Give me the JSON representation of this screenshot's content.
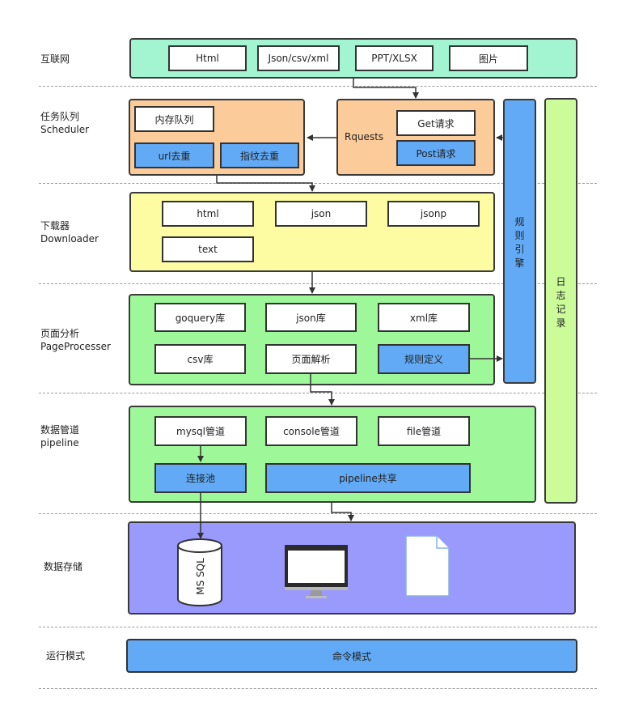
{
  "layers": {
    "internet": "互联网",
    "scheduler_cn": "任务队列",
    "scheduler_en": "Scheduler",
    "downloader_cn": "下载器",
    "downloader_en": "Downloader",
    "processer_cn": "页面分析",
    "processer_en": "PageProcesser",
    "pipeline_cn": "数据管道",
    "pipeline_en": "pipeline",
    "storage": "数据存储",
    "run_mode": "运行模式"
  },
  "internet": {
    "items": [
      "Html",
      "Json/csv/xml",
      "PPT/XLSX",
      "图片"
    ]
  },
  "scheduler": {
    "memory_queue": "内存队列",
    "url_dedup": "url去重",
    "fingerprint_dedup": "指纹去重"
  },
  "requests": {
    "label": "Rquests",
    "get": "Get请求",
    "post": "Post请求"
  },
  "rule_engine": {
    "chars": [
      "规",
      "则",
      "引",
      "擎"
    ]
  },
  "log": {
    "chars": [
      "日",
      "志",
      "记",
      "录"
    ]
  },
  "downloader": {
    "items": [
      "html",
      "json",
      "jsonp",
      "text"
    ]
  },
  "processer": {
    "goquery": "goquery库",
    "json": "json库",
    "xml": "xml库",
    "csv": "csv库",
    "parse": "页面解析",
    "rule_def": "规则定义"
  },
  "pipeline": {
    "mysql": "mysql管道",
    "console": "console管道",
    "file": "file管道",
    "pool": "连接池",
    "share": "pipeline共享"
  },
  "storage": {
    "db_label": "MS SQL"
  },
  "run": {
    "mode": "命令模式"
  },
  "colors": {
    "internet_bg": "#a3f5d1",
    "scheduler_bg": "#fccb9a",
    "downloader_bg": "#fefca3",
    "processer_bg": "#9ef89a",
    "pipeline_bg": "#9ef89a",
    "storage_bg": "#9a99fc",
    "run_bg": "#62aaf5",
    "rule_engine_bg": "#62aaf5",
    "log_bg": "#ccfc9a",
    "highlight_box": "#62aaf5"
  }
}
